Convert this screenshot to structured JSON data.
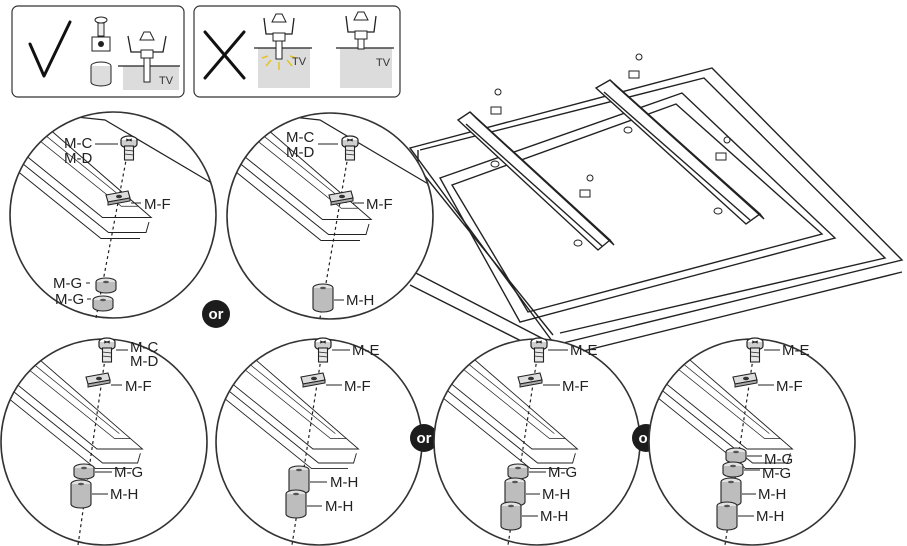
{
  "tv_label": "TV",
  "or_label": "or",
  "labels": {
    "mc": "M-C",
    "md": "M-D",
    "me": "M-E",
    "mf": "M-F",
    "mg": "M-G",
    "mh": "M-H"
  },
  "colors": {
    "line": "#222222",
    "fill_gray": "#d6d6d6",
    "tv_surface": "#dcdcdc",
    "badge": "#1c1c1c"
  }
}
